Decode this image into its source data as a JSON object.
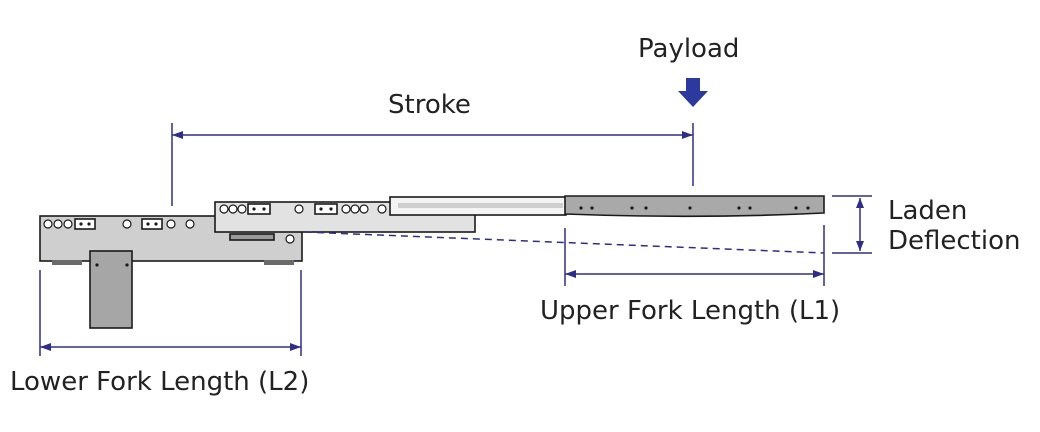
{
  "labels": {
    "payload": "Payload",
    "stroke": "Stroke",
    "laden_deflection_line1": "Laden",
    "laden_deflection_line2": "Deflection",
    "upper_fork_length": "Upper Fork Length (L1)",
    "lower_fork_length": "Lower Fork Length (L2)"
  },
  "colors": {
    "dimension_lines": "#2e2e8a",
    "payload_arrow": "#2b3a9c",
    "lower_fork": "#cfcfcf",
    "middle_fork": "#e2e2e2",
    "upper_fork": "#a9a9a9",
    "support_leg": "#a6a6a6",
    "outline": "#1a1a1a"
  },
  "icons": {
    "payload_arrow": "down-arrow-icon"
  }
}
